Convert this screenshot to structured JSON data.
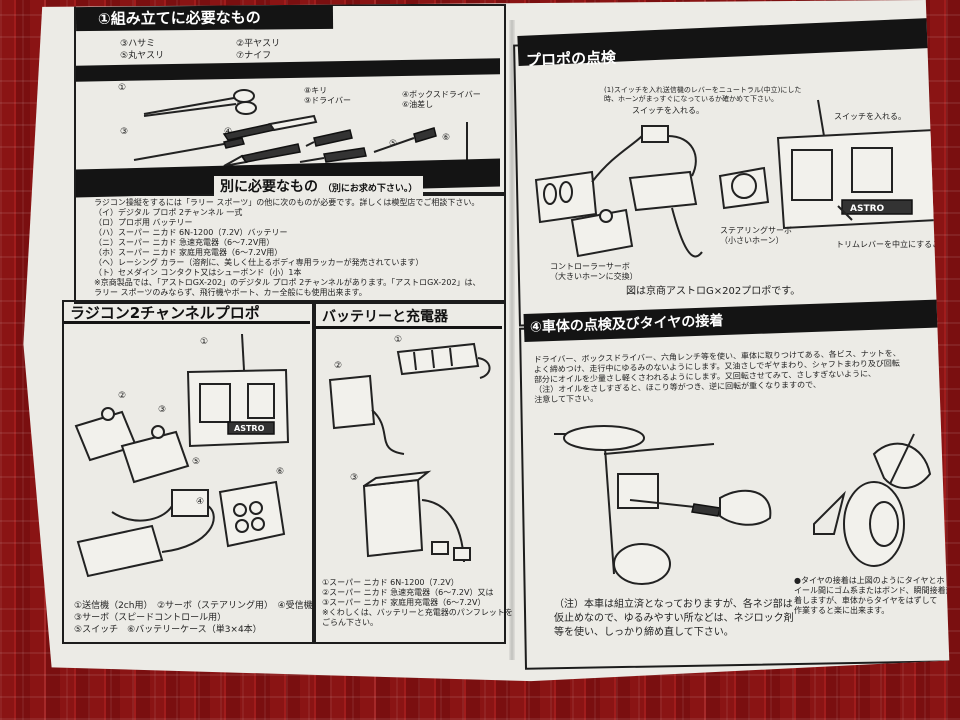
{
  "left_page": {
    "section1": {
      "title": "①組み立てに必要なもの",
      "tools_col1": [
        "③ハサミ",
        "⑤丸ヤスリ"
      ],
      "tools_col2": [
        "②平ヤスリ",
        "⑦ナイフ"
      ],
      "tools_col3": [
        "⑧キリ",
        "⑨ドライバー"
      ],
      "tools_col4": [
        "④ボックスドライバー",
        "⑥油差し"
      ],
      "numbers": [
        "①",
        "②",
        "③",
        "④",
        "⑤",
        "⑥"
      ]
    },
    "section2": {
      "title": "別に必要なもの",
      "subtitle": "（別にお求め下さい。）",
      "lines": [
        "ラジコン操縦をするには「ラリー スポーツ」の他に次のものが必要です。詳しくは模型店でご相談下さい。",
        "（イ）デジタル プロポ 2チャンネル 一式",
        "（ロ）プロポ用 バッテリー",
        "（ハ）スーパー ニカド 6N-1200（7.2V）バッテリー",
        "（ニ）スーパー ニカド 急速充電器（6～7.2V用）",
        "（ホ）スーパー ニカド 家庭用充電器（6～7.2V用）",
        "（ヘ）レーシング カラー（溶剤に、美しく仕上るボディ専用ラッカーが発売されています）",
        "（ト）セメダイン コンタクト又はシューボンド（小）1本",
        "※京商製品では、「アストロGX-202」のデジタル プロポ 2チャンネルがあります。「アストロGX-202」は、",
        "ラリー スポーツのみならず、飛行機やボート、カー全般にも使用出来ます。"
      ]
    },
    "section3": {
      "title": "ラジコン2チャンネルプロポ",
      "device_label": "ASTRO",
      "callouts": [
        "①",
        "②",
        "③",
        "④",
        "⑤",
        "⑥"
      ],
      "legend": [
        "①送信機（2ch用）　②サーボ（ステアリング用）　④受信機",
        "③サーボ（スピードコントロール用）",
        "⑤スイッチ　⑥バッテリーケース（単3×4本）"
      ]
    },
    "section4": {
      "title": "バッテリーと充電器",
      "legend": [
        "①スーパー ニカド 6N-1200（7.2V）",
        "②スーパー ニカド 急速充電器（6～7.2V）又は",
        "③スーパー ニカド 家庭用充電器（6～7.2V）",
        "※くわしくは、バッテリーと充電器のパンフレットを",
        "ごらん下さい。"
      ],
      "callouts": [
        "①",
        "②",
        "③"
      ]
    }
  },
  "right_page": {
    "section_probo": {
      "title": "プロポの点検",
      "note_top": "(1)スイッチを入れ送信機のレバーをニュートラル(中立)にした時、ホーンがまっすぐになっているか確かめて下さい。",
      "switch_label": "スイッチを入れる。",
      "switch_label2": "スイッチを入れる。",
      "steering_servo": "ステアリングサーボ",
      "steering_servo_sub": "（小さいホーン）",
      "controller_servo": "コントローラーサーボ",
      "controller_servo_sub": "（大きいホーンに交換）",
      "trim_label": "トリムレバーを中立にすること。",
      "caption": "図は京商アストロG×202プロポです。",
      "device_label": "ASTRO"
    },
    "section_body": {
      "title": "④車体の点検及びタイヤの接着",
      "lines": [
        "ドライバー、ボックスドライバー、六角レンチ等を使い、車体に取りつけてある、各ビス、ナットを、",
        "よく締めつけ、走行中にゆるみのないようにします。又油さしでギヤまわり、シャフトまわり及び回転",
        "部分にオイルを少量さし軽くさわれるようにします。又回転させてみて、さしすぎないように、",
        "（注）オイルをさしすぎると、ほこり等がつき、逆に回転が重くなりますので、",
        "注意して下さい。"
      ],
      "note_bottom": [
        "（注）本車は組立済となっておりますが、各ネジ部は",
        "仮止めなので、ゆるみやすい所などは、ネジロック剤",
        "等を使い、しっかり締め直して下さい。"
      ],
      "tire_note": [
        "●タイヤの接着は上図のようにタイヤとホ",
        "イール間にゴム系またはボンド、瞬間接着剤で接",
        "着しますが、車体からタイヤをはずして",
        "作業すると楽に出来ます。"
      ]
    }
  }
}
